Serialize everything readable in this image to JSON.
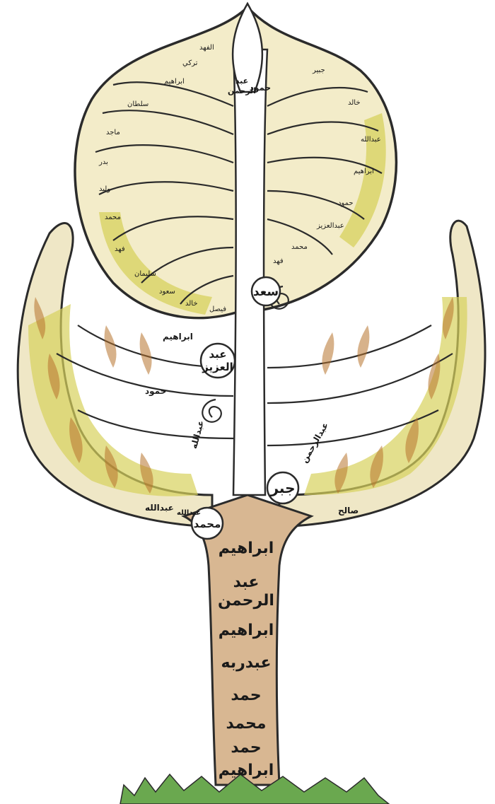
{
  "trunk_names": [
    "ابراهيم",
    "عبد",
    "الرحمن",
    "ابراهيم",
    "عبدربه",
    "حمد",
    "محمد",
    "حمد",
    "ابراهيم"
  ],
  "nodes": {
    "top_left": [
      "عبد",
      "الرحمن"
    ],
    "top_right": "حمود",
    "saad": "سعد",
    "abdulaziz": [
      "عبد",
      "العزيز"
    ],
    "jabr": "جبر",
    "mohammed": "محمد"
  },
  "branch_labels": {
    "ibrahim": "ابراهيم",
    "hamoud": "حمود",
    "abdullah_a": "عبدالله",
    "abdullah_b": "عبدالله",
    "abdullah_c": "عبدالله",
    "abdulrahman": "عبدالرحمن",
    "saleh": "صالح"
  },
  "leaf_names_left_crown": [
    "الفهد",
    "تركي",
    "ابراهيم",
    "سلطان",
    "ماجد",
    "بدر",
    "وليد",
    "محمد",
    "فهد",
    "سليمان",
    "سعود",
    "خالد",
    "فيصل"
  ],
  "leaf_names_right_crown": [
    "جبير",
    "خالد",
    "عبدالله",
    "ابراهيم",
    "حمود",
    "عبدالعزيز",
    "محمد",
    "فهد"
  ],
  "colors": {
    "bark": "#c9a27a",
    "bark_dark": "#8a5a36",
    "outline": "#2b2b2b",
    "leaf": "#d7d25c",
    "leaf_light": "#e9e5a0",
    "flame": "#b8742e",
    "grass": "#6aa84f"
  }
}
